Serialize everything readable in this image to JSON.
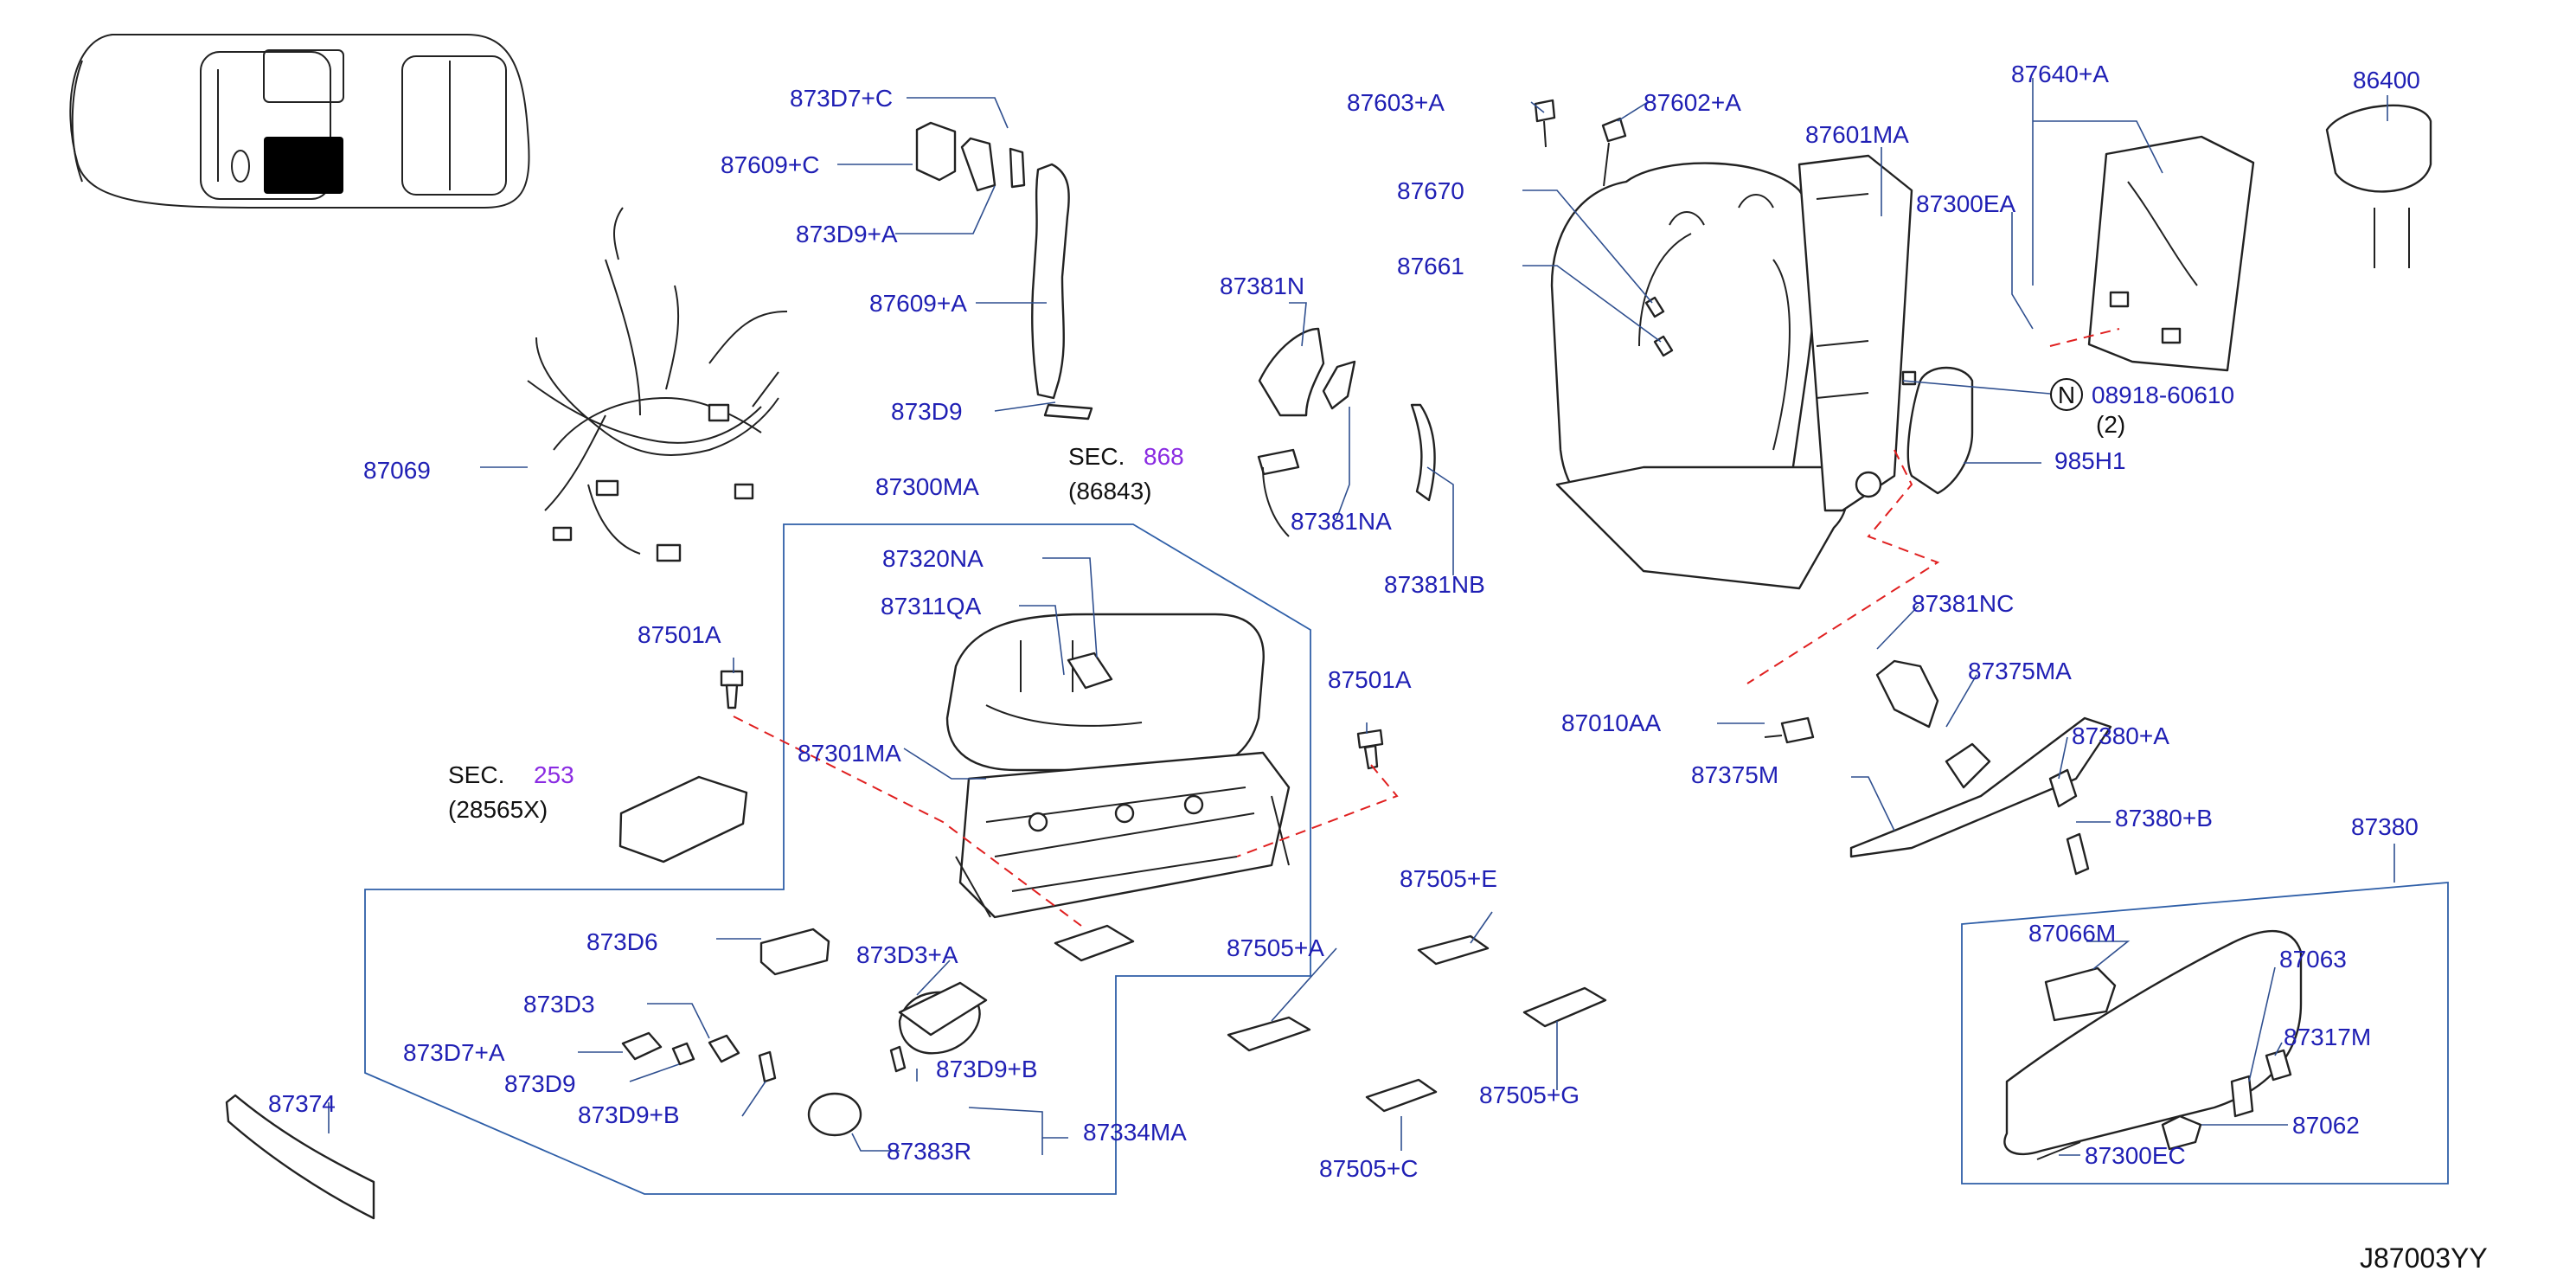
{
  "diagram_code": "J87003YY",
  "sec_refs": [
    {
      "prefix": "SEC.",
      "number": "868",
      "sub": "(86843)"
    },
    {
      "prefix": "SEC.",
      "number": "253",
      "sub": "(28565X)"
    }
  ],
  "bolt_ref": {
    "symbol": "N",
    "part": "08918-60610",
    "qty": "(2)"
  },
  "labels": {
    "p873D7C": "873D7+C",
    "p87609C": "87609+C",
    "p873D9A": "873D9+A",
    "p87609A": "87609+A",
    "p873D9": "873D9",
    "p87069": "87069",
    "p87300MA": "87300MA",
    "p87501A_l": "87501A",
    "p87320NA": "87320NA",
    "p87311QA": "87311QA",
    "p87301MA": "87301MA",
    "p87501A_r": "87501A",
    "p873D6": "873D6",
    "p873D3A": "873D3+A",
    "p873D3": "873D3",
    "p873D7A": "873D7+A",
    "p873D9b": "873D9",
    "p873D9B_l": "873D9+B",
    "p873D9B_r": "873D9+B",
    "p87383R": "87383R",
    "p87334MA": "87334MA",
    "p87374": "87374",
    "p87381N": "87381N",
    "p87381NA": "87381NA",
    "p87381NB": "87381NB",
    "p87505A": "87505+A",
    "p87505E": "87505+E",
    "p87505C": "87505+C",
    "p87505G": "87505+G",
    "p87603A": "87603+A",
    "p87602A": "87602+A",
    "p87670": "87670",
    "p87661": "87661",
    "p87601MA": "87601MA",
    "p87640A": "87640+A",
    "p87300EA": "87300EA",
    "p86400": "86400",
    "p985H1": "985H1",
    "p87381NC": "87381NC",
    "p87375MA": "87375MA",
    "p87010AA": "87010AA",
    "p87375M": "87375M",
    "p87380A": "87380+A",
    "p87380B": "87380+B",
    "p87380": "87380",
    "p87066M": "87066M",
    "p87063": "87063",
    "p87317M": "87317M",
    "p87062": "87062",
    "p87300EC": "87300EC"
  },
  "colors": {
    "label": "#1f1fb4",
    "leader": "#2f4f8f",
    "dashed": "#e02020",
    "sec_number": "#8a2be2"
  }
}
